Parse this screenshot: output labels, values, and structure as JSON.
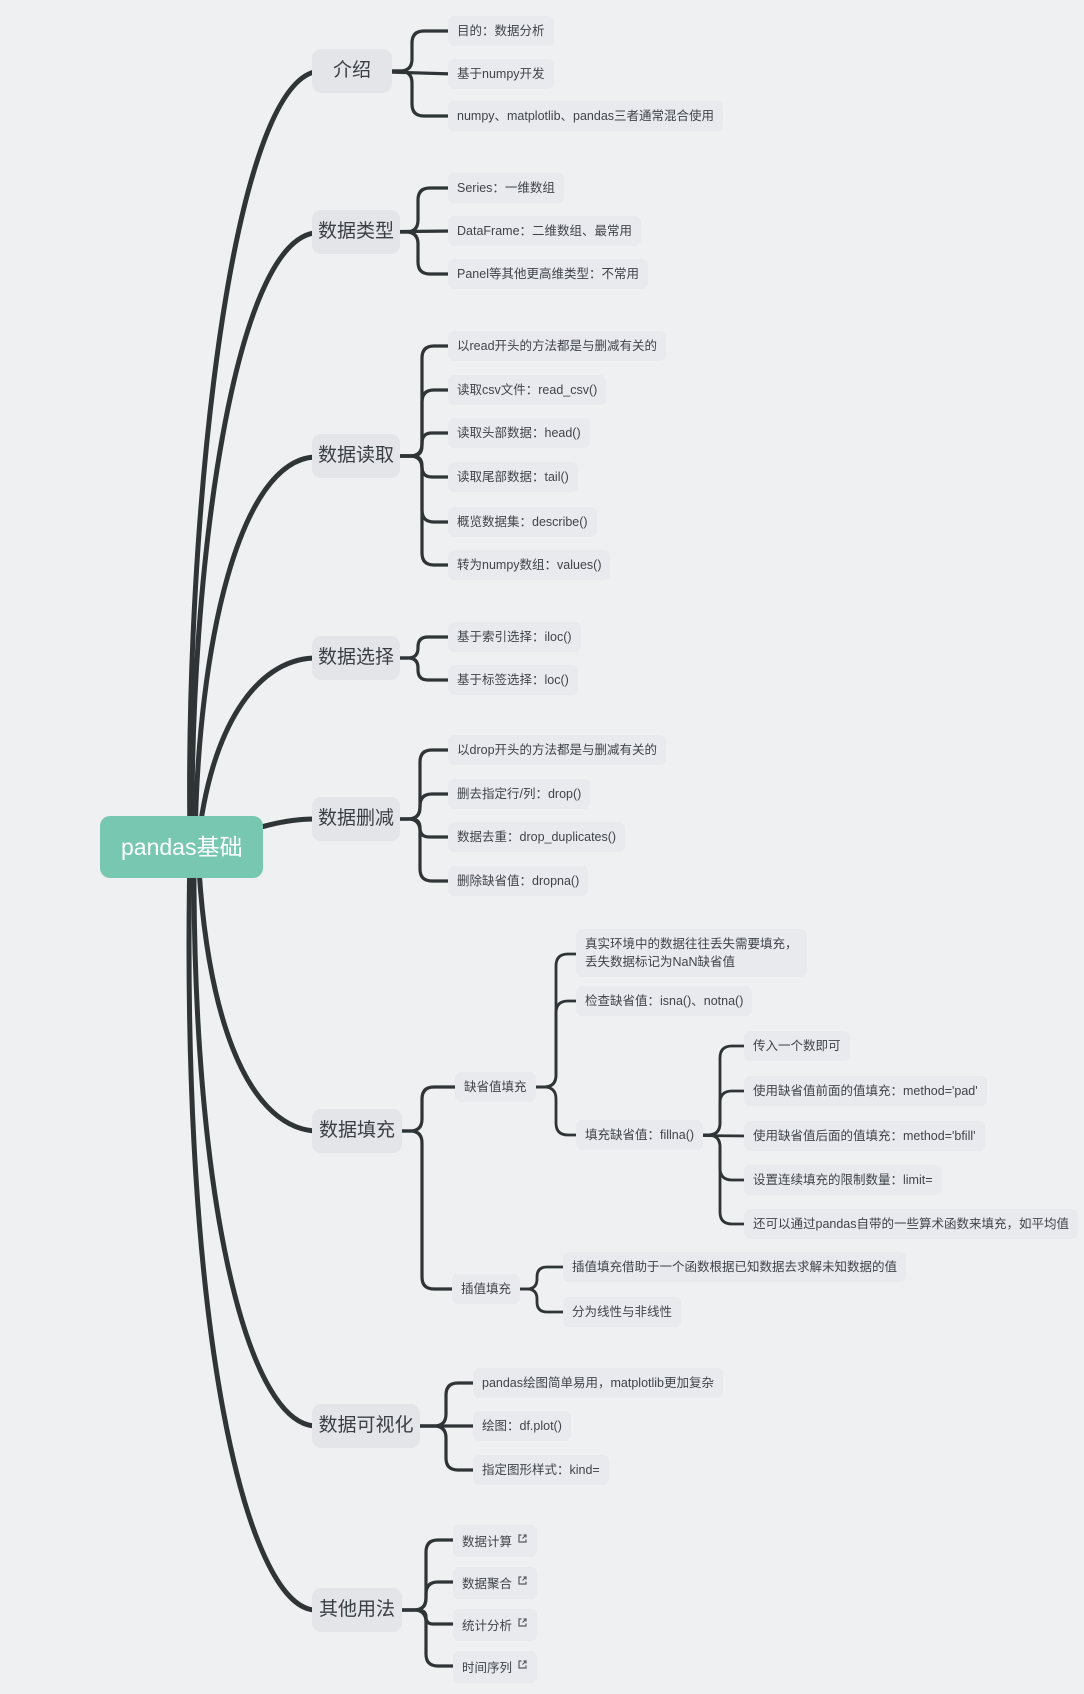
{
  "colors": {
    "background": "#eff0f2",
    "root_fill": "#77c7b1",
    "root_text": "#ffffff",
    "node_fill": "#e6e7ea",
    "node_text": "#3f444a",
    "line": "#2f3437"
  },
  "mindmap": {
    "root": {
      "label": "pandas基础"
    },
    "branches": [
      {
        "label": "介绍",
        "children": [
          {
            "label": "目的：数据分析"
          },
          {
            "label": "基于numpy开发"
          },
          {
            "label": "numpy、matplotlib、pandas三者通常混合使用"
          }
        ]
      },
      {
        "label": "数据类型",
        "children": [
          {
            "label": "Series：一维数组"
          },
          {
            "label": "DataFrame：二维数组、最常用"
          },
          {
            "label": "Panel等其他更高维类型：不常用"
          }
        ]
      },
      {
        "label": "数据读取",
        "children": [
          {
            "label": "以read开头的方法都是与删减有关的"
          },
          {
            "label": "读取csv文件：read_csv()"
          },
          {
            "label": "读取头部数据：head()"
          },
          {
            "label": "读取尾部数据：tail()"
          },
          {
            "label": "概览数据集：describe()"
          },
          {
            "label": "转为numpy数组：values()"
          }
        ]
      },
      {
        "label": "数据选择",
        "children": [
          {
            "label": "基于索引选择：iloc()"
          },
          {
            "label": "基于标签选择：loc()"
          }
        ]
      },
      {
        "label": "数据删减",
        "children": [
          {
            "label": "以drop开头的方法都是与删减有关的"
          },
          {
            "label": "删去指定行/列：drop()"
          },
          {
            "label": "数据去重：drop_duplicates()"
          },
          {
            "label": "删除缺省值：dropna()"
          }
        ]
      },
      {
        "label": "数据填充",
        "children": [
          {
            "label": "缺省值填充",
            "children": [
              {
                "label": "真实环境中的数据往往丢失需要填充，\n丢失数据标记为NaN缺省值"
              },
              {
                "label": "检查缺省值：isna()、notna()"
              },
              {
                "label": "填充缺省值：fillna()",
                "children": [
                  {
                    "label": "传入一个数即可"
                  },
                  {
                    "label": "使用缺省值前面的值填充：method='pad'"
                  },
                  {
                    "label": "使用缺省值后面的值填充：method='bfill'"
                  },
                  {
                    "label": "设置连续填充的限制数量：limit="
                  },
                  {
                    "label": "还可以通过pandas自带的一些算术函数来填充，如平均值"
                  }
                ]
              }
            ]
          },
          {
            "label": "插值填充",
            "children": [
              {
                "label": "插值填充借助于一个函数根据已知数据去求解未知数据的值"
              },
              {
                "label": "分为线性与非线性"
              }
            ]
          }
        ]
      },
      {
        "label": "数据可视化",
        "children": [
          {
            "label": "pandas绘图简单易用，matplotlib更加复杂"
          },
          {
            "label": "绘图：df.plot()"
          },
          {
            "label": "指定图形样式：kind="
          }
        ]
      },
      {
        "label": "其他用法",
        "children": [
          {
            "label": "数据计算",
            "icon": "external-link"
          },
          {
            "label": "数据聚合",
            "icon": "external-link"
          },
          {
            "label": "统计分析",
            "icon": "external-link"
          },
          {
            "label": "时间序列",
            "icon": "external-link"
          }
        ]
      }
    ]
  }
}
